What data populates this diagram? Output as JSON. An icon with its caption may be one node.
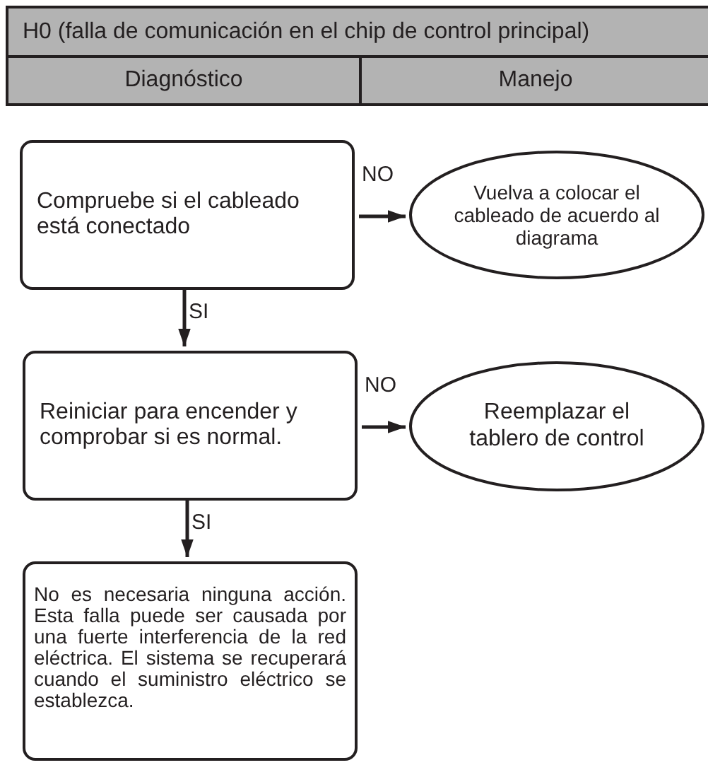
{
  "diagram": {
    "title": "H0 (falla de comunicación en el chip de control principal)",
    "nodes": [
      {
        "text": [
          "Compruebe si el cableado está conectado"
        ]
      },
      {
        "text": [
          "Vuelva a colocar el cableado de acuerdo al diagrama"
        ]
      },
      {
        "text": [
          "Reiniciar para encender y comprobar si es normal."
        ]
      },
      {
        "text": [
          "Reemplazar el tablero de control"
        ]
      },
      {
        "text": [
          "No es necesaria ninguna acción. Esta falla puede ser causada por una fuerte interferencia de la red eléctrica. El sistema se recuperará cuando el suministro eléctrico se establezca."
        ]
      }
    ],
    "edges": [
      {
        "from": 0,
        "to": 1,
        "arrow": "to",
        "label": "NO"
      },
      {
        "from": 0,
        "to": 2,
        "arrow": "to",
        "label": "SI"
      },
      {
        "from": 2,
        "to": 3,
        "arrow": "to",
        "label": "NO"
      },
      {
        "from": 2,
        "to": 4,
        "arrow": "to",
        "label": "SI"
      }
    ],
    "labels": [
      "Diagnóstico",
      "Manejo"
    ]
  }
}
